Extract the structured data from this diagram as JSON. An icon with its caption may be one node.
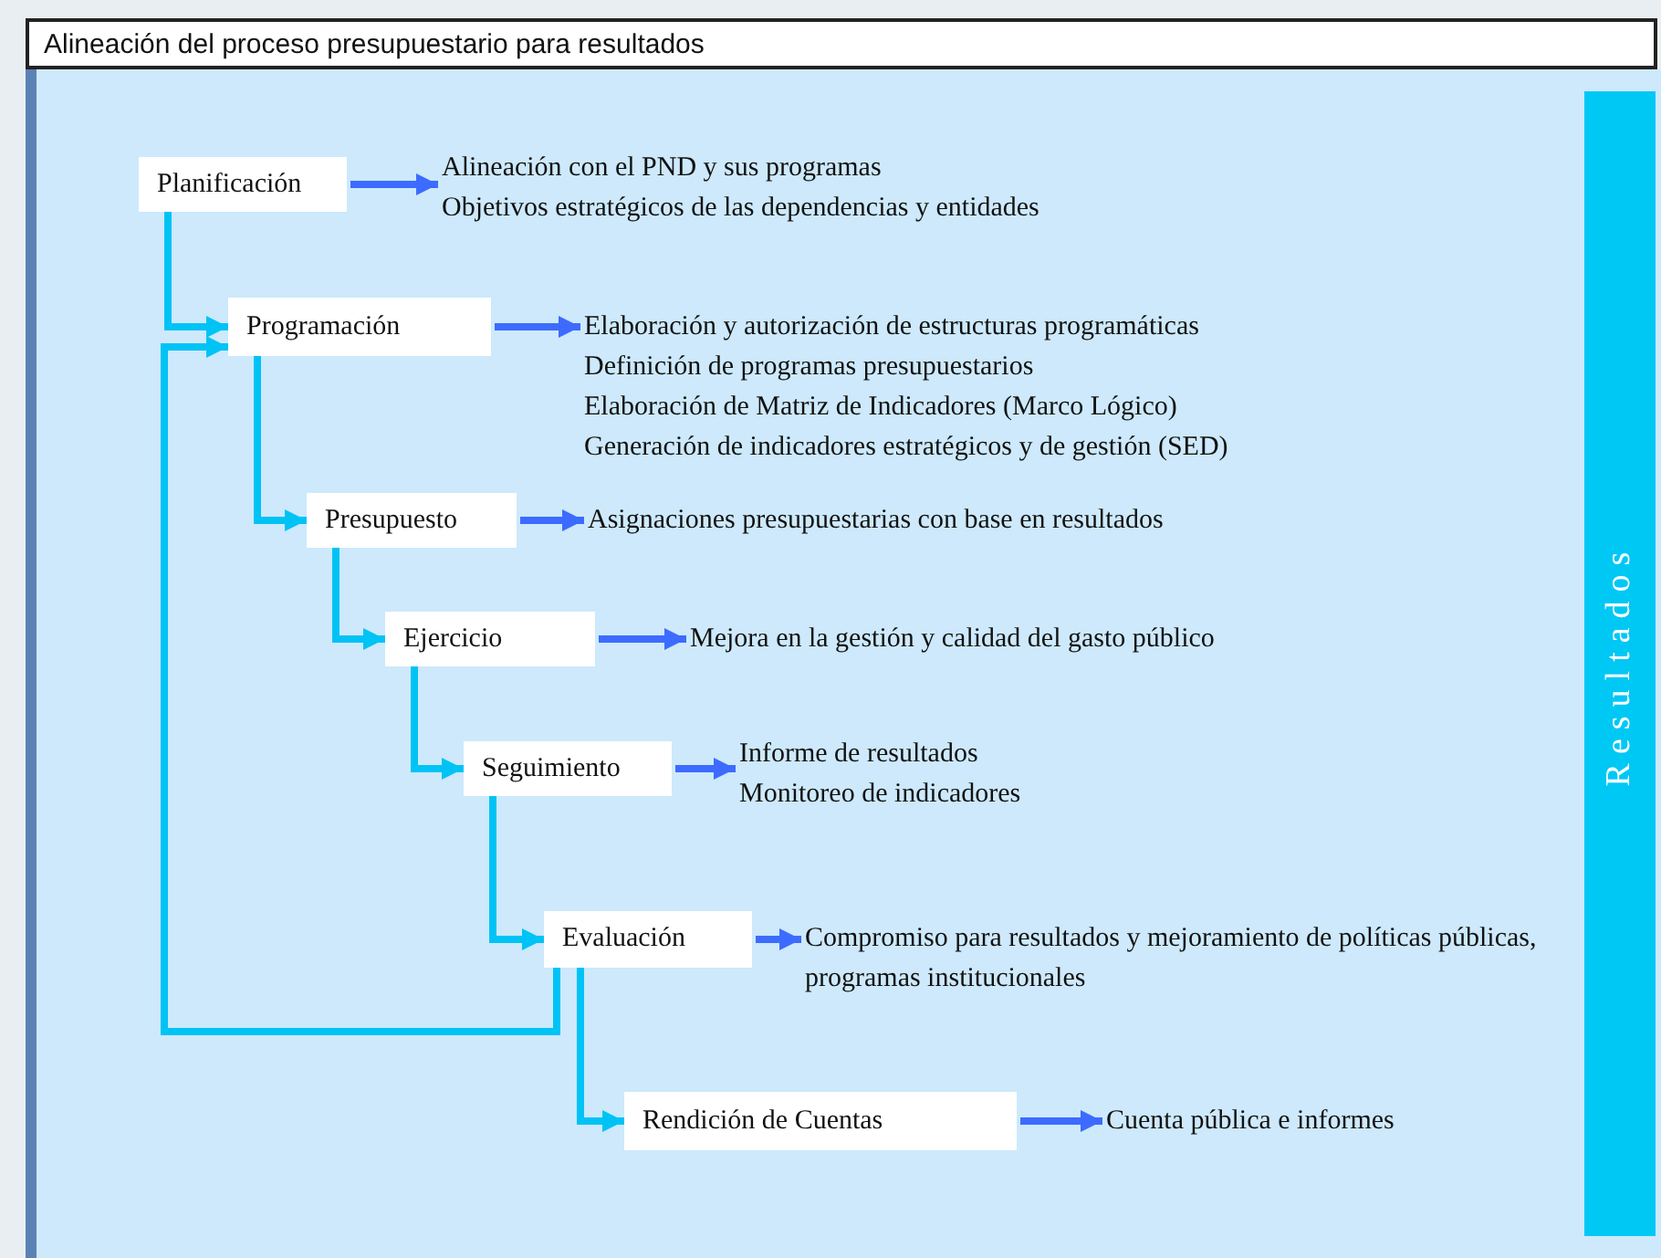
{
  "diagram": {
    "title": "Alineación del proceso presupuestario para resultados",
    "nodes": [
      {
        "text": [
          "Planificación"
        ]
      },
      {
        "text": [
          "Alineación con el PND y sus programas",
          "Objetivos estratégicos de las dependencias y entidades"
        ]
      },
      {
        "text": [
          "Programación"
        ]
      },
      {
        "text": [
          "Elaboración y autorización de estructuras programáticas",
          "Definición de programas presupuestarios",
          "Elaboración de Matriz de Indicadores (Marco Lógico)",
          "Generación de indicadores estratégicos y de gestión (SED)"
        ]
      },
      {
        "text": [
          "Presupuesto"
        ]
      },
      {
        "text": [
          "Asignaciones presupuestarias con base en resultados"
        ]
      },
      {
        "text": [
          "Ejercicio"
        ]
      },
      {
        "text": [
          "Mejora en la gestión y calidad del gasto público"
        ]
      },
      {
        "text": [
          "Seguimiento"
        ]
      },
      {
        "text": [
          "Informe de resultados",
          "Monitoreo de indicadores"
        ]
      },
      {
        "text": [
          "Evaluación"
        ]
      },
      {
        "text": [
          "Compromiso para resultados y mejoramiento de políticas públicas, programas institucionales"
        ]
      },
      {
        "text": [
          "Rendición de Cuentas"
        ]
      },
      {
        "text": [
          "Cuenta pública e informes"
        ]
      },
      {
        "text": [
          "Resultados"
        ]
      }
    ],
    "edges": [
      {
        "from": 0,
        "to": 1,
        "arrow": "to",
        "color": "#3d6bff"
      },
      {
        "from": 0,
        "to": 2,
        "arrow": "to"
      },
      {
        "from": 2,
        "to": 3,
        "arrow": "to",
        "color": "#3d6bff"
      },
      {
        "from": 2,
        "to": 4,
        "arrow": "to"
      },
      {
        "from": 4,
        "to": 5,
        "arrow": "to",
        "color": "#3d6bff"
      },
      {
        "from": 4,
        "to": 6,
        "arrow": "to"
      },
      {
        "from": 6,
        "to": 7,
        "arrow": "to",
        "color": "#3d6bff"
      },
      {
        "from": 6,
        "to": 8,
        "arrow": "to"
      },
      {
        "from": 8,
        "to": 9,
        "arrow": "to",
        "color": "#3d6bff"
      },
      {
        "from": 8,
        "to": 10,
        "arrow": "to"
      },
      {
        "from": 10,
        "to": 11,
        "arrow": "to",
        "color": "#3d6bff"
      },
      {
        "from": 10,
        "to": 2,
        "arrow": "to"
      },
      {
        "from": 10,
        "to": 12,
        "arrow": "to"
      },
      {
        "from": 12,
        "to": 13,
        "arrow": "to",
        "color": "#3d6bff"
      }
    ]
  }
}
